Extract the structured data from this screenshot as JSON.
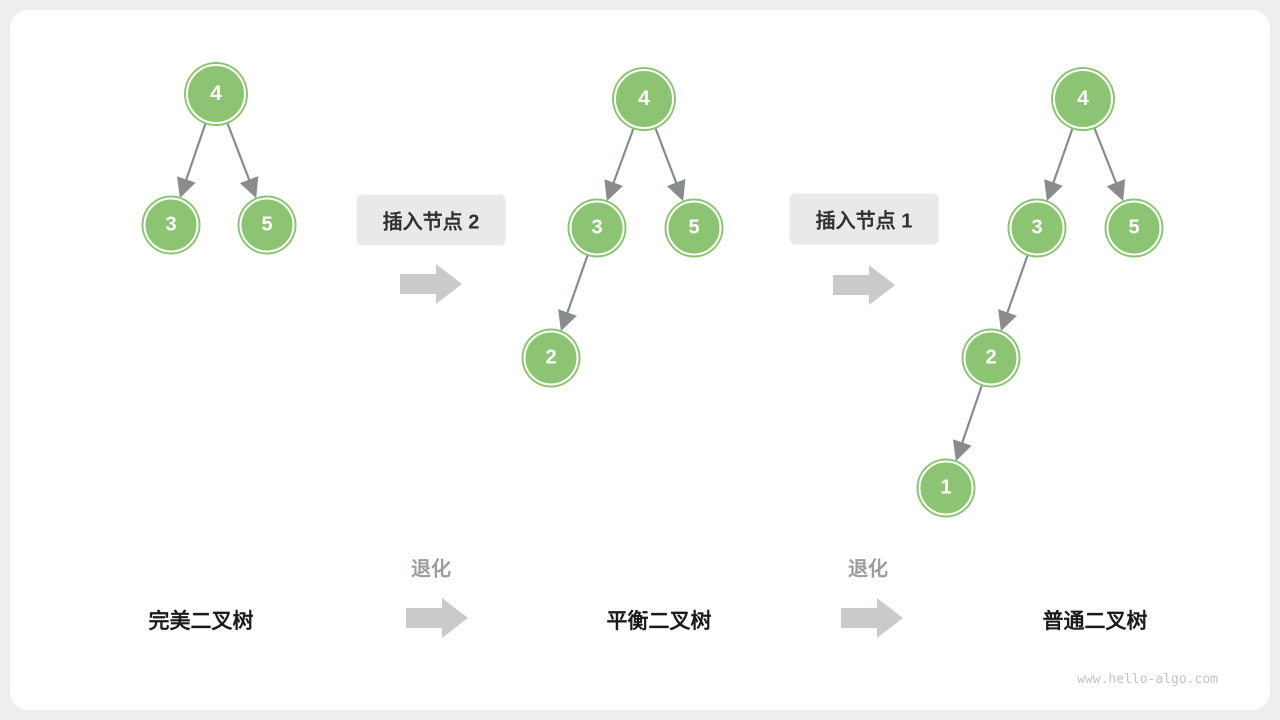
{
  "page": {
    "watermark": "www.hello-algo.com"
  },
  "transitions": [
    {
      "badge": "插入节点 2",
      "degrade": "退化"
    },
    {
      "badge": "插入节点 1",
      "degrade": "退化"
    }
  ],
  "trees": [
    {
      "label": "完美二叉树",
      "nodes": [
        "4",
        "3",
        "5"
      ]
    },
    {
      "label": "平衡二叉树",
      "nodes": [
        "4",
        "3",
        "5",
        "2"
      ]
    },
    {
      "label": "普通二叉树",
      "nodes": [
        "4",
        "3",
        "5",
        "2",
        "1"
      ]
    }
  ]
}
